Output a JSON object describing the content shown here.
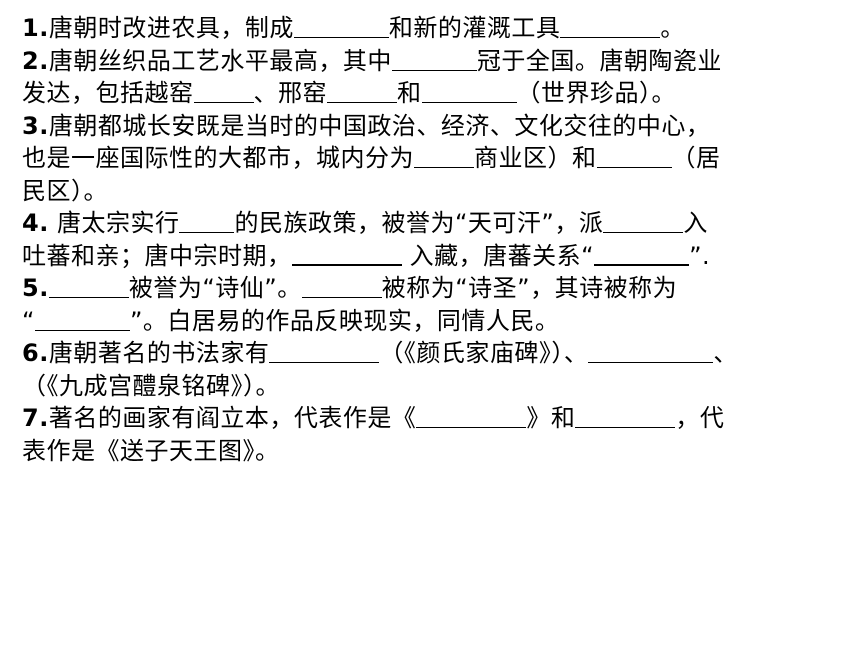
{
  "q1": {
    "num": "1.",
    "a": "唐朝时改进农具，制成",
    "b": "和新的灌溉工具",
    "c": "。"
  },
  "q2": {
    "num": "2.",
    "a": "唐朝丝织品工艺水平最高，其中",
    "b": "冠于全国。唐朝陶瓷业",
    "c": "发达，包括越窑",
    "d": "、邢窑",
    "e": "和",
    "f": "（世界珍品）。"
  },
  "q3": {
    "num": "3.",
    "a": "唐朝都城长安既是当时的中国政治、经济、文化交往的中心，",
    "b": "也是一座国际性的大都市，城内分为",
    "c": "商业区）和",
    "d": "（居",
    "e": "民区）。"
  },
  "q4": {
    "num": "4.",
    "a": " 唐太宗实行",
    "b": "的民族政策，被誉为“天可汗”，派",
    "c": "入",
    "d": "吐蕃和亲；唐中宗时期，",
    "e": " 入藏，唐蕃关系“",
    "f": "”."
  },
  "q5": {
    "num": "5.",
    "a": "被誉为“诗仙”。",
    "b": "被称为“诗圣”，其诗被称为",
    "c": "“",
    "d": "”。白居易的作品反映现实，同情人民。"
  },
  "q6": {
    "num": "6.",
    "a": "唐朝著名的书法家有",
    "b": "（《颜氏家庙碑》）、",
    "c": "、",
    "d": "（《九成宫醴泉铭碑》）。"
  },
  "q7": {
    "num": "7.",
    "a": "著名的画家有阎立本，代表作是《",
    "b": "》和",
    "c": "，代",
    "d": "表作是《送子天王图》。"
  }
}
